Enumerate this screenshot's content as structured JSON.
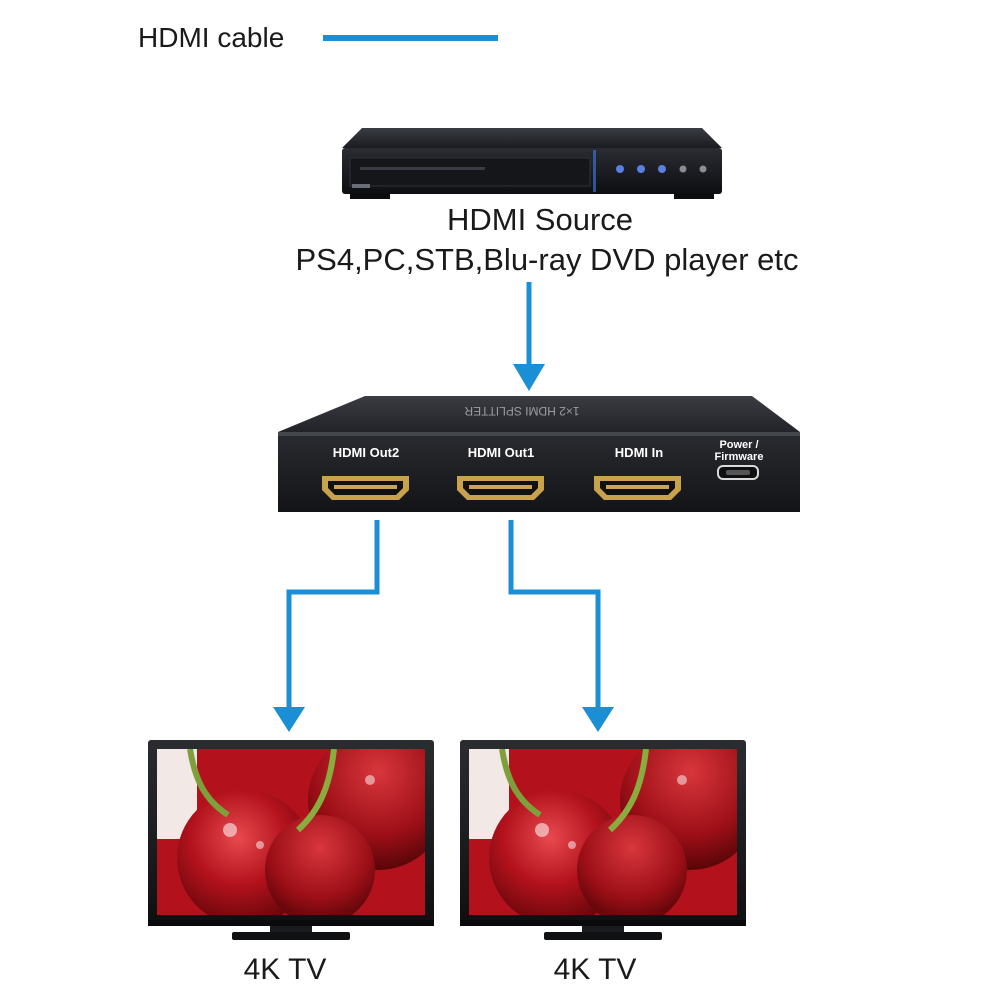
{
  "legend": {
    "label": "HDMI cable",
    "color": "#1b8fd6"
  },
  "source": {
    "title": "HDMI Source",
    "subtitle": "PS4,PC,STB,Blu-ray DVD player etc"
  },
  "splitter": {
    "ports": [
      "HDMI Out2",
      "HDMI Out1",
      "HDMI In"
    ],
    "power_label_line1": "Power /",
    "power_label_line2": "Firmware",
    "top_label": "1×2 HDMI SPLITTER"
  },
  "tvs": [
    {
      "label": "4K TV"
    },
    {
      "label": "4K TV"
    }
  ],
  "colors": {
    "cable": "#1b8fd6",
    "device_body": "#1c1d22",
    "port_gold": "#c9a24c",
    "screen_red": "#b3121c"
  }
}
